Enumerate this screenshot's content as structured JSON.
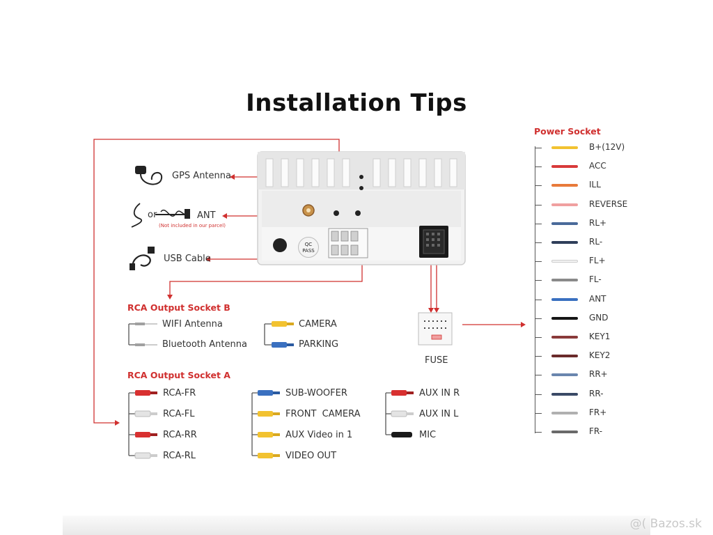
{
  "title": "Installation Tips",
  "left_items": {
    "gps": "GPS Antenna",
    "ant_or": "or",
    "ant": "ANT",
    "ant_note": "(Not included in our parcel)",
    "usb": "USB Cable"
  },
  "qc_pass": [
    "QC",
    "PASS"
  ],
  "rca_b": {
    "heading": "RCA Output Socket B",
    "left": [
      "WIFI Antenna",
      "Bluetooth Antenna"
    ],
    "right": [
      "CAMERA",
      "PARKING"
    ]
  },
  "rca_a": {
    "heading": "RCA Output Socket A",
    "col1": [
      "RCA-FR",
      "RCA-FL",
      "RCA-RR",
      "RCA-RL"
    ],
    "col2": [
      "SUB-WOOFER",
      "FRONT  CAMERA",
      "AUX Video in 1",
      "VIDEO OUT"
    ],
    "col3": [
      "AUX IN R",
      "AUX IN L",
      "MIC"
    ]
  },
  "fuse_label": "FUSE",
  "power_socket": {
    "heading": "Power Socket",
    "pins": [
      {
        "label": "B+(12V)",
        "color": "#f2c230"
      },
      {
        "label": "ACC",
        "color": "#d83a3a"
      },
      {
        "label": "ILL",
        "color": "#e87a3a"
      },
      {
        "label": "REVERSE",
        "color": "#f0a0a0"
      },
      {
        "label": "RL+",
        "color": "#4a6a9a"
      },
      {
        "label": "RL-",
        "color": "#2f3f5a"
      },
      {
        "label": "FL+",
        "color": "#f4f4f4"
      },
      {
        "label": "FL-",
        "color": "#8a8a8a"
      },
      {
        "label": "ANT",
        "color": "#3a70c0"
      },
      {
        "label": "GND",
        "color": "#151515"
      },
      {
        "label": "KEY1",
        "color": "#8a3a3a"
      },
      {
        "label": "KEY2",
        "color": "#6a2a2a"
      },
      {
        "label": "RR+",
        "color": "#6a86ae"
      },
      {
        "label": "RR-",
        "color": "#3a4a66"
      },
      {
        "label": "FR+",
        "color": "#b0b0b0"
      },
      {
        "label": "FR-",
        "color": "#6a6a6a"
      }
    ]
  },
  "colors": {
    "accent_red": "#d0302f",
    "rca_red": "#d83030",
    "rca_white": "#e4e4e4",
    "rca_yellow": "#f2c230",
    "rca_blue": "#3a70c0",
    "mic_black": "#1a1a1a",
    "wifi_gray": "#a0a0a0"
  },
  "icons": [
    "gps-antenna-icon",
    "fm-antenna-icon",
    "usb-cable-icon",
    "headunit-back-icon",
    "fuse-box-icon",
    "rca-plug-icon"
  ],
  "watermark": "@( Bazos.sk"
}
